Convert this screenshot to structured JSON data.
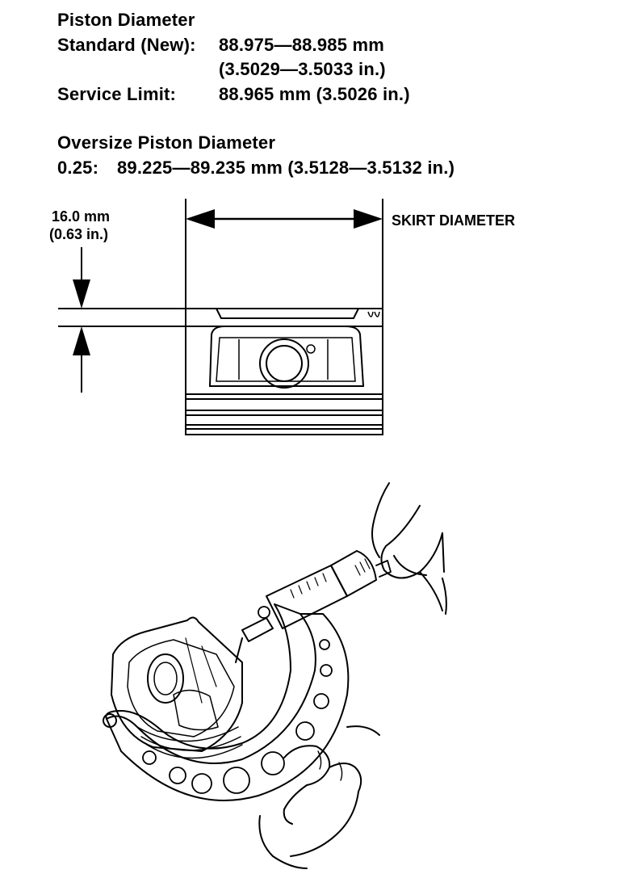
{
  "specs": {
    "heading": "Piston Diameter",
    "standard_label": "Standard (New):",
    "standard_value": "88.975—88.985 mm",
    "standard_value_in": "(3.5029—3.5033 in.)",
    "service_label": "Service Limit:",
    "service_value": "88.965 mm (3.5026 in.)",
    "oversize_heading": "Oversize Piston Diameter",
    "oversize_label": "0.25:",
    "oversize_value": "89.225—89.235 mm (3.5128—3.5132 in.)"
  },
  "diagram": {
    "measure_mm": "16.0 mm",
    "measure_in": "(0.63 in.)",
    "skirt_label": "SKIRT DIAMETER"
  }
}
